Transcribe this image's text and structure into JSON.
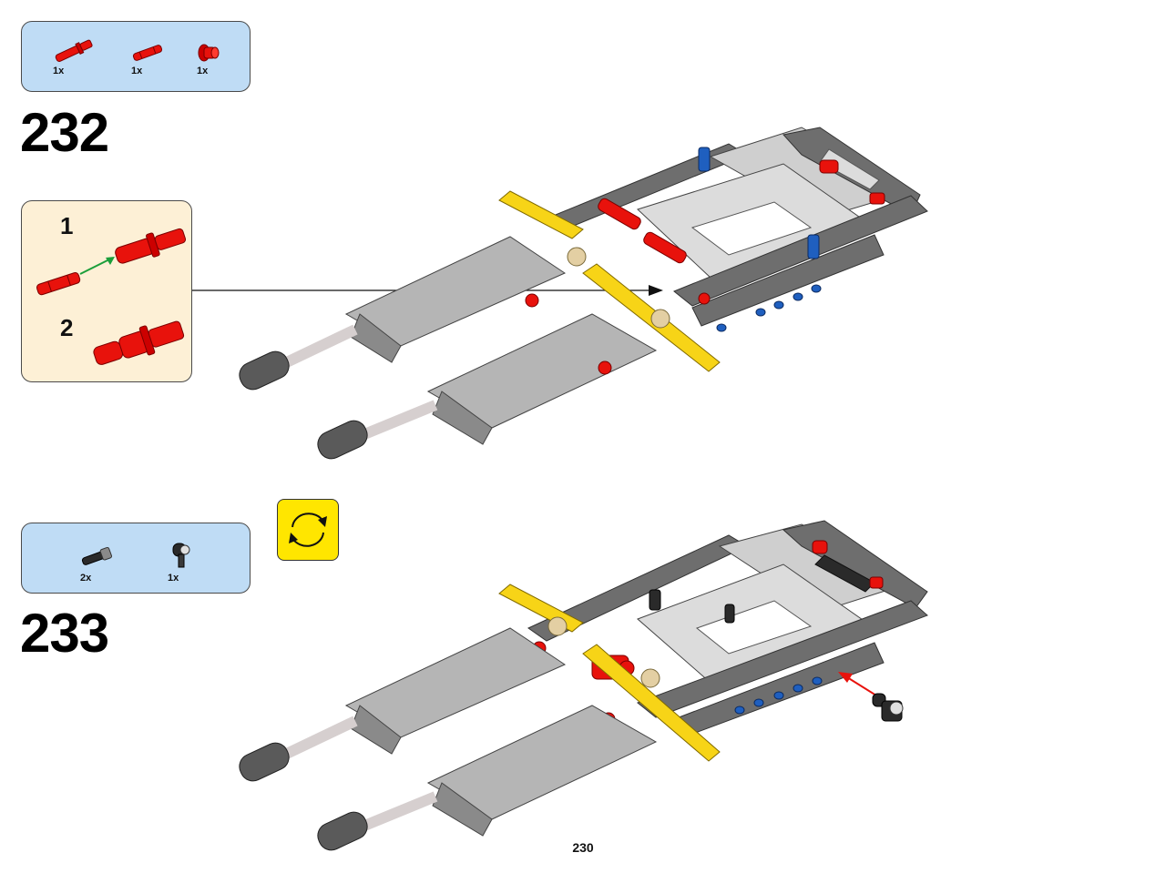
{
  "steps": [
    {
      "number": "232",
      "parts": [
        {
          "icon": "red-axle-pin-icon",
          "qty": "1x"
        },
        {
          "icon": "red-connector-pin-icon",
          "qty": "1x"
        },
        {
          "icon": "red-bush-icon",
          "qty": "1x"
        }
      ],
      "subassembly": {
        "step1": "1",
        "step2": "2"
      }
    },
    {
      "number": "233",
      "parts": [
        {
          "icon": "black-pin-with-bush-icon",
          "qty": "2x"
        },
        {
          "icon": "black-angle-connector-icon",
          "qty": "1x"
        }
      ]
    }
  ],
  "page_number": "230",
  "colors": {
    "parts_box": "#bfdcf5",
    "subassembly_box": "#fdf0d6",
    "rotate_badge": "#ffe600",
    "beam_gray": "#6e6e6e",
    "light_gray": "#c9c9c9",
    "red": "#e8120c",
    "yellow": "#f7d417",
    "blue": "#1f5fbf"
  }
}
